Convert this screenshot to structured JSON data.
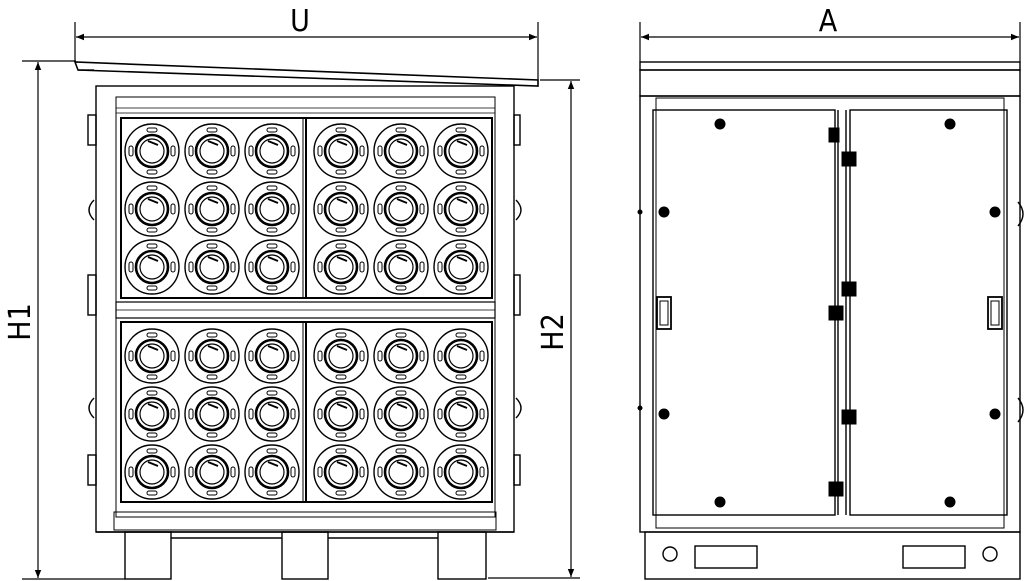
{
  "dimensions": {
    "front_width": "U",
    "side_width": "A",
    "overall_height": "H1",
    "body_height": "H2"
  },
  "front_view": {
    "panel_groups": 4,
    "sockets_per_group": {
      "rows": 3,
      "cols": 3
    }
  },
  "colors": {
    "line": "#000000",
    "background": "#ffffff"
  }
}
